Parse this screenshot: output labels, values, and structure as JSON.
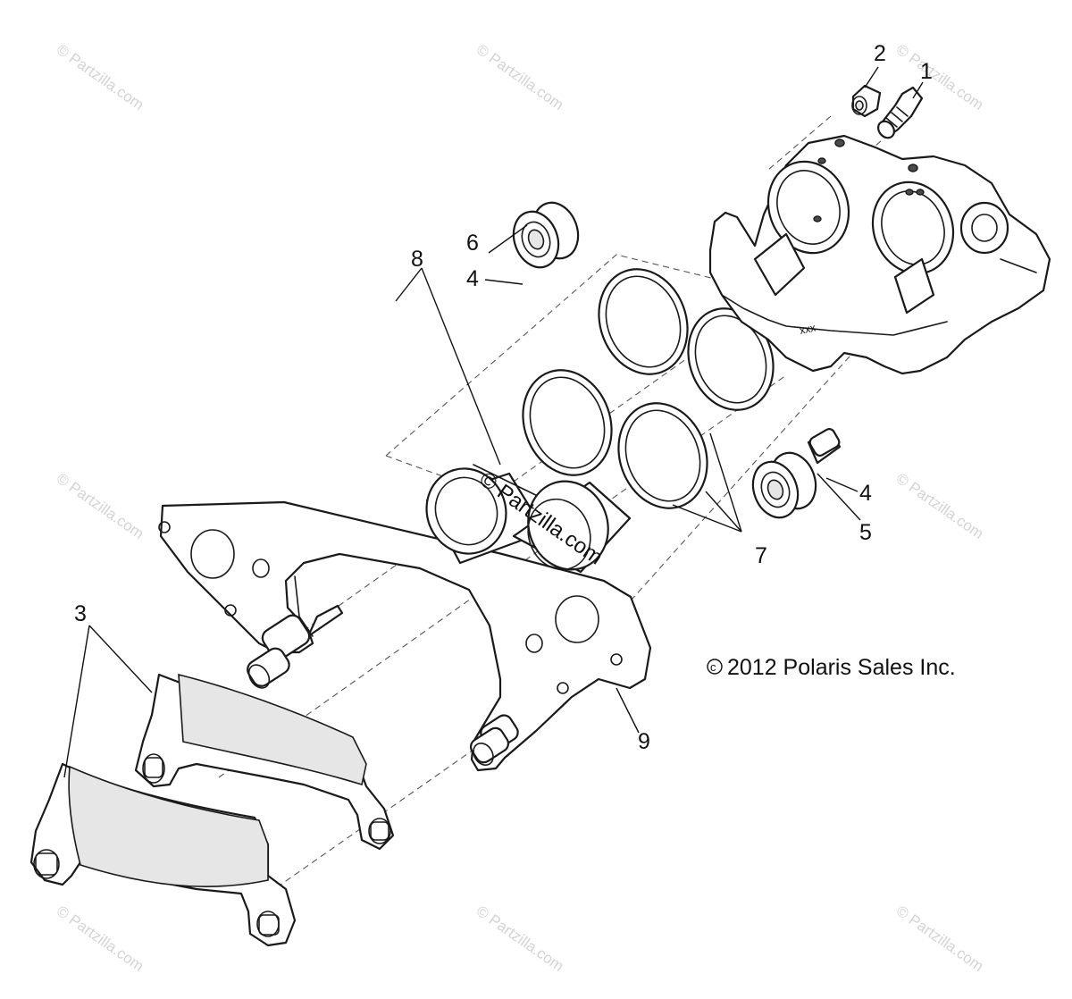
{
  "diagram": {
    "callouts": [
      "1",
      "2",
      "3",
      "4",
      "4",
      "5",
      "6",
      "7",
      "8",
      "9"
    ],
    "copyright_symbol": "c",
    "copyright_text": "2012 Polaris Sales Inc.",
    "caliper_marking": "xxx",
    "watermark_text": "© Partzilla.com"
  }
}
